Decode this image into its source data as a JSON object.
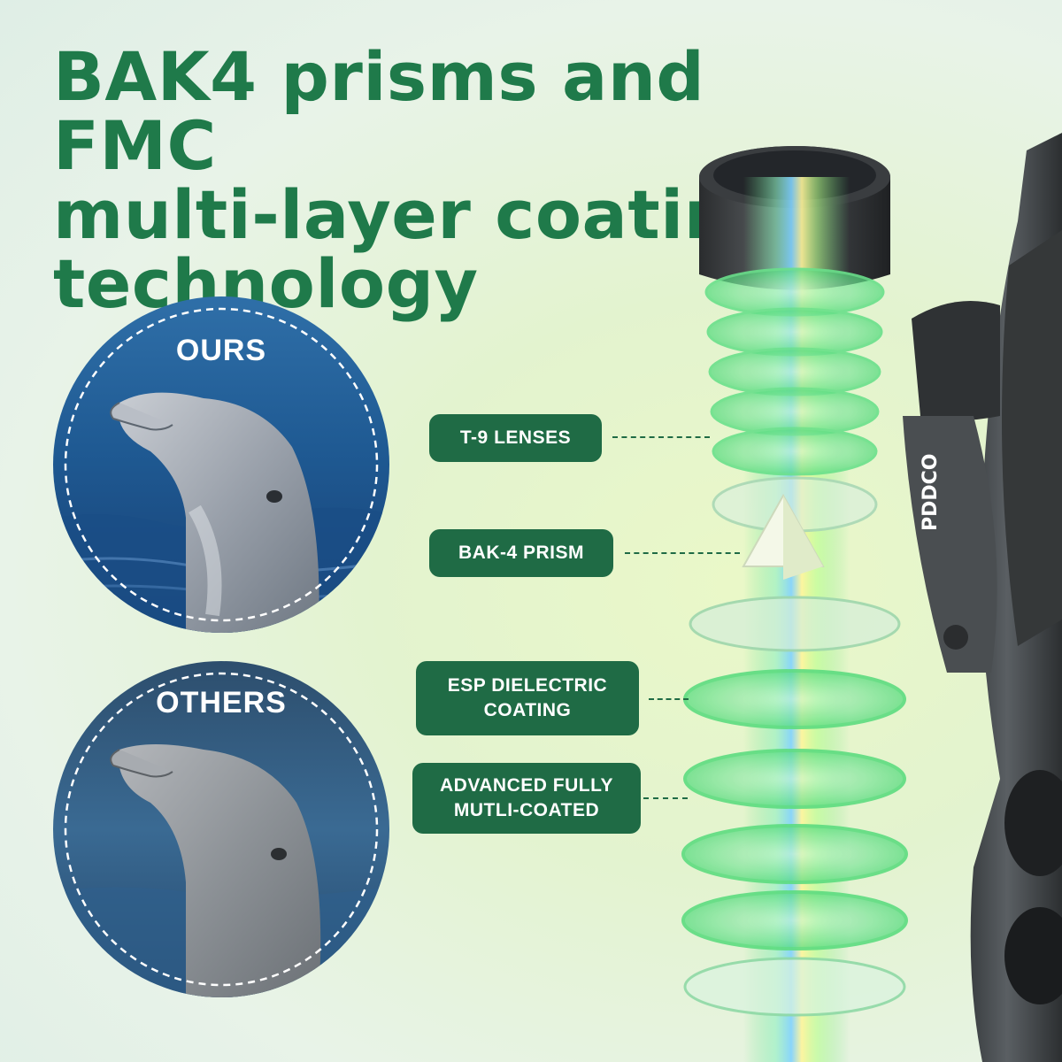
{
  "headline": {
    "line1": "BAK4 prisms and FMC",
    "line2": "multi-layer coating",
    "line3": "technology"
  },
  "comparison": {
    "ours_label": "OURS",
    "others_label": "OTHERS"
  },
  "callouts": {
    "lenses": "T-9 LENSES",
    "prism": "BAK-4 PRISM",
    "esp_line1": "ESP DIELECTRIC",
    "esp_line2": "COATING",
    "fmc_line1": "ADVANCED FULLY",
    "fmc_line2": "MUTLI-COATED"
  },
  "product": {
    "brand_mark": "PDDCO"
  },
  "colors": {
    "accent_green": "#1f7a4a",
    "tag_green": "#1f6b45"
  }
}
